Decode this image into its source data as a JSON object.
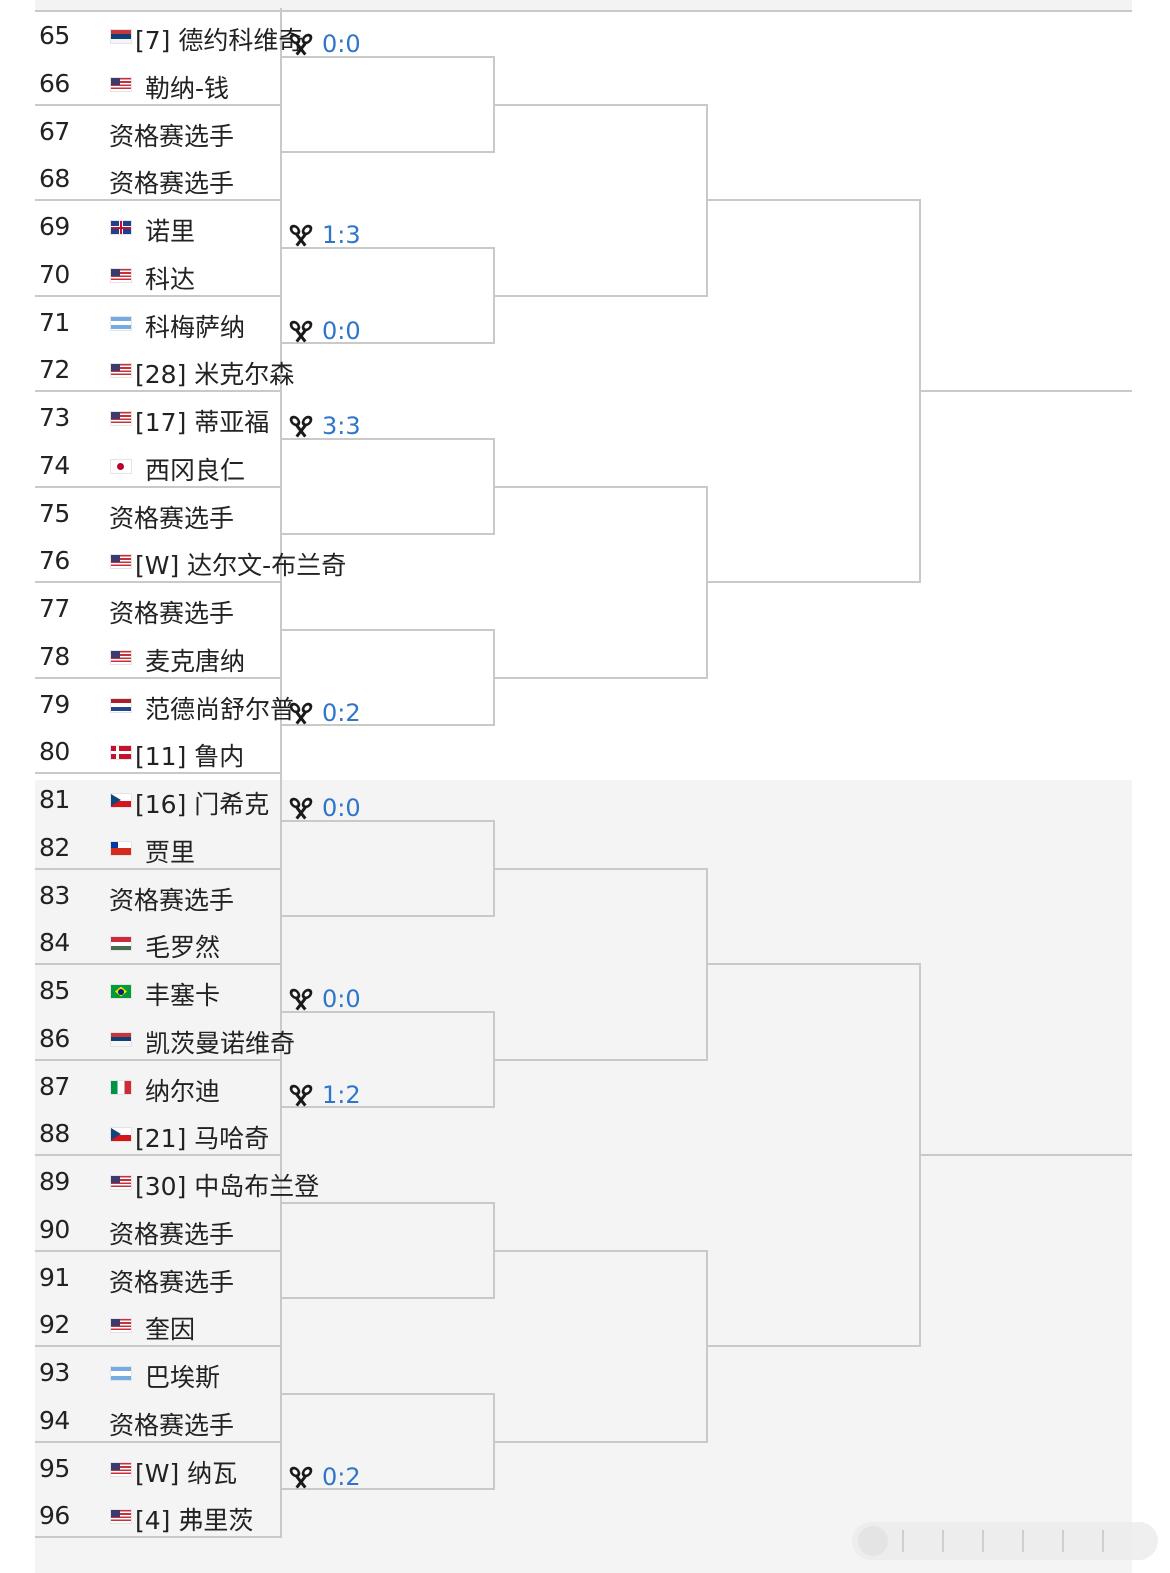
{
  "bracket": {
    "players": [
      {
        "num": "65",
        "flag": "SRB",
        "name": "[7] 德约科维奇"
      },
      {
        "num": "66",
        "flag": "USA",
        "name": "勒纳-钱"
      },
      {
        "num": "67",
        "flag": "",
        "name": "资格赛选手"
      },
      {
        "num": "68",
        "flag": "",
        "name": "资格赛选手"
      },
      {
        "num": "69",
        "flag": "GBR",
        "name": "诺里"
      },
      {
        "num": "70",
        "flag": "USA",
        "name": "科达"
      },
      {
        "num": "71",
        "flag": "ARG",
        "name": "科梅萨纳"
      },
      {
        "num": "72",
        "flag": "USA",
        "name": "[28] 米克尔森"
      },
      {
        "num": "73",
        "flag": "USA",
        "name": "[17] 蒂亚福"
      },
      {
        "num": "74",
        "flag": "JPN",
        "name": "西冈良仁"
      },
      {
        "num": "75",
        "flag": "",
        "name": "资格赛选手"
      },
      {
        "num": "76",
        "flag": "USA",
        "name": "[W] 达尔文-布兰奇"
      },
      {
        "num": "77",
        "flag": "",
        "name": "资格赛选手"
      },
      {
        "num": "78",
        "flag": "USA",
        "name": "麦克唐纳"
      },
      {
        "num": "79",
        "flag": "NED",
        "name": "范德尚舒尔普"
      },
      {
        "num": "80",
        "flag": "DEN",
        "name": "[11] 鲁内"
      },
      {
        "num": "81",
        "flag": "CZE",
        "name": "[16] 门希克"
      },
      {
        "num": "82",
        "flag": "CHI",
        "name": "贾里"
      },
      {
        "num": "83",
        "flag": "",
        "name": "资格赛选手"
      },
      {
        "num": "84",
        "flag": "HUN",
        "name": "毛罗然"
      },
      {
        "num": "85",
        "flag": "BRA",
        "name": "丰塞卡"
      },
      {
        "num": "86",
        "flag": "SRB",
        "name": "凯茨曼诺维奇"
      },
      {
        "num": "87",
        "flag": "ITA",
        "name": "纳尔迪"
      },
      {
        "num": "88",
        "flag": "CZE",
        "name": "[21] 马哈奇"
      },
      {
        "num": "89",
        "flag": "USA",
        "name": "[30] 中岛布兰登"
      },
      {
        "num": "90",
        "flag": "",
        "name": "资格赛选手"
      },
      {
        "num": "91",
        "flag": "",
        "name": "资格赛选手"
      },
      {
        "num": "92",
        "flag": "USA",
        "name": "奎因"
      },
      {
        "num": "93",
        "flag": "ARG",
        "name": "巴埃斯"
      },
      {
        "num": "94",
        "flag": "",
        "name": "资格赛选手"
      },
      {
        "num": "95",
        "flag": "USA",
        "name": "[W] 纳瓦"
      },
      {
        "num": "96",
        "flag": "USA",
        "name": "[4] 弗里茨"
      }
    ],
    "matchups": [
      {
        "pair": 0,
        "score": "0:0"
      },
      {
        "pair": 2,
        "score": "1:3"
      },
      {
        "pair": 3,
        "score": "0:0"
      },
      {
        "pair": 4,
        "score": "3:3"
      },
      {
        "pair": 7,
        "score": "0:2"
      },
      {
        "pair": 8,
        "score": "0:0"
      },
      {
        "pair": 10,
        "score": "0:0"
      },
      {
        "pair": 11,
        "score": "1:2"
      },
      {
        "pair": 15,
        "score": "0:2"
      }
    ],
    "icon": "crossed-rackets-icon",
    "colors": {
      "score": "#2f76c9",
      "line": "#c9c9c9",
      "text": "#222222",
      "alt_bg": "#f4f4f4"
    }
  }
}
